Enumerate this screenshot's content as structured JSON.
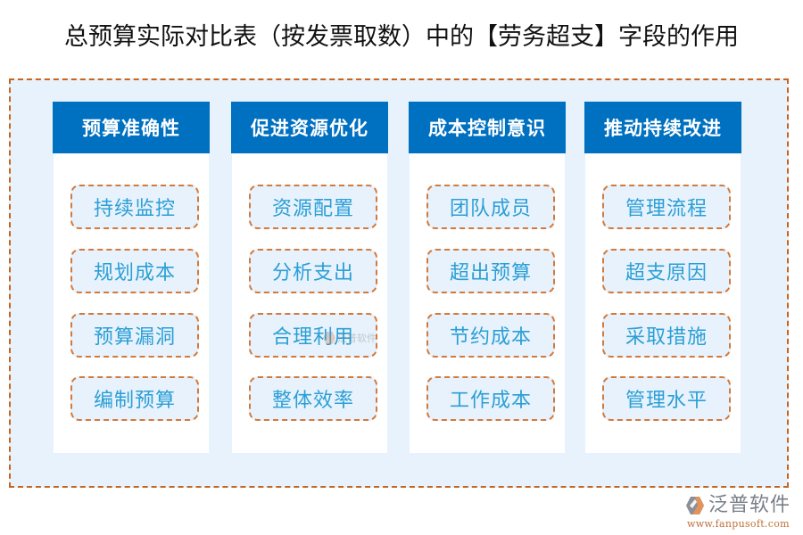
{
  "title": "总预算实际对比表（按发票取数）中的【劳务超支】字段的作用",
  "colors": {
    "header_bg": "#0070C0",
    "header_text": "#FFFFFF",
    "container_bg": "#E8F2FC",
    "dashed_border": "#C8641E",
    "item_text": "#2A9FD6"
  },
  "columns": [
    {
      "header": "预算准确性",
      "items": [
        "持续监控",
        "规划成本",
        "预算漏洞",
        "编制预算"
      ]
    },
    {
      "header": "促进资源优化",
      "items": [
        "资源配置",
        "分析支出",
        "合理利用",
        "整体效率"
      ]
    },
    {
      "header": "成本控制意识",
      "items": [
        "团队成员",
        "超出预算",
        "节约成本",
        "工作成本"
      ]
    },
    {
      "header": "推动持续改进",
      "items": [
        "管理流程",
        "超支原因",
        "采取措施",
        "管理水平"
      ]
    }
  ],
  "watermark": {
    "text": "泛普软件"
  },
  "logo": {
    "icon": "fanpu-hexagon-logo-icon",
    "name": "泛普软件",
    "url": "www.fanpusoft.com"
  }
}
